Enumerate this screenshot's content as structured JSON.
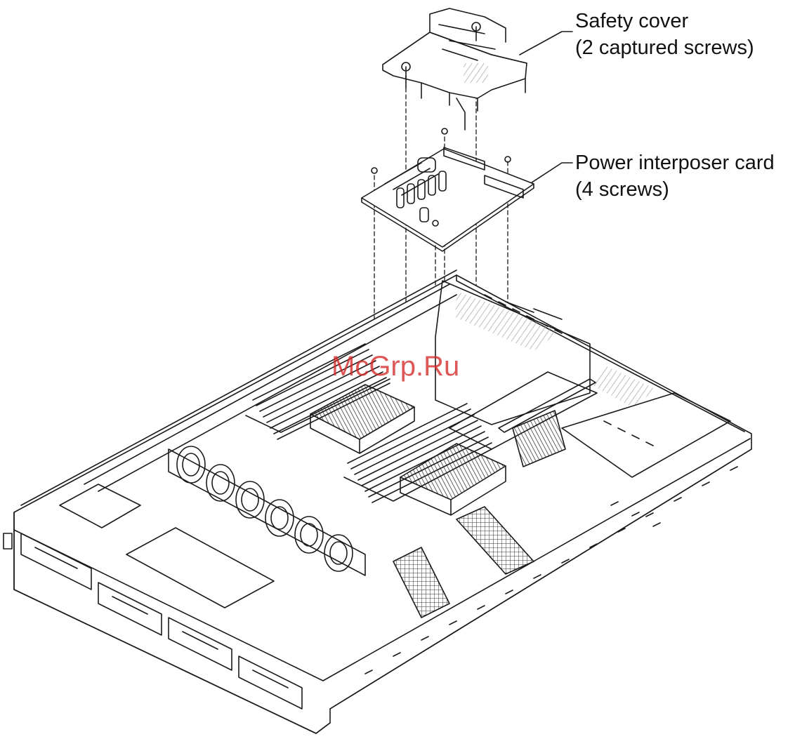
{
  "diagram": {
    "callouts": {
      "safety_cover": {
        "line1": "Safety cover",
        "line2": "(2 captured screws)"
      },
      "power_interposer": {
        "line1": "Power interposer card",
        "line2": "(4 screws)"
      }
    },
    "watermark": "McGrp.Ru",
    "colors": {
      "line": "#1a1a1a",
      "hatch": "#9a9a9a",
      "watermark": "#d62828"
    }
  }
}
